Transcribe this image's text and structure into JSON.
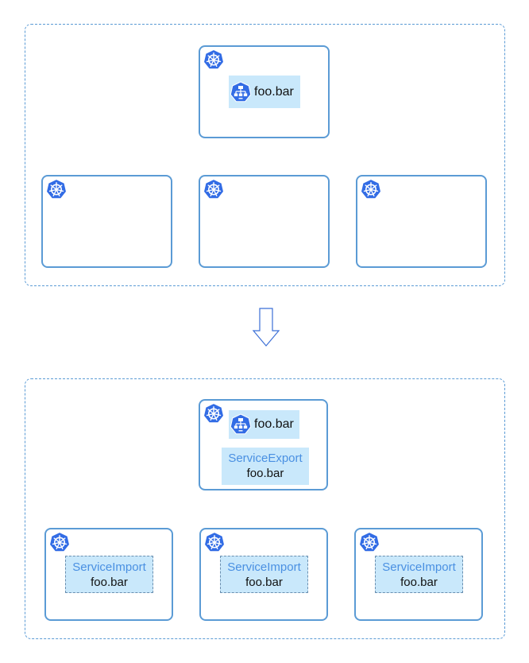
{
  "colors": {
    "border": "#5b9bd5",
    "k8s_blue": "#326ce5",
    "service_fill": "#c9e8fb",
    "resource_kind_text": "#4a90e2"
  },
  "icons": {
    "cluster": "kubernetes-helm-icon",
    "service": "kubernetes-svc-icon",
    "transition": "down-arrow-icon"
  },
  "top": {
    "service_name": "foo.bar"
  },
  "bottom": {
    "service_name": "foo.bar",
    "export": {
      "kind": "ServiceExport",
      "name": "foo.bar"
    },
    "imports": [
      {
        "kind": "ServiceImport",
        "name": "foo.bar"
      },
      {
        "kind": "ServiceImport",
        "name": "foo.bar"
      },
      {
        "kind": "ServiceImport",
        "name": "foo.bar"
      }
    ]
  }
}
